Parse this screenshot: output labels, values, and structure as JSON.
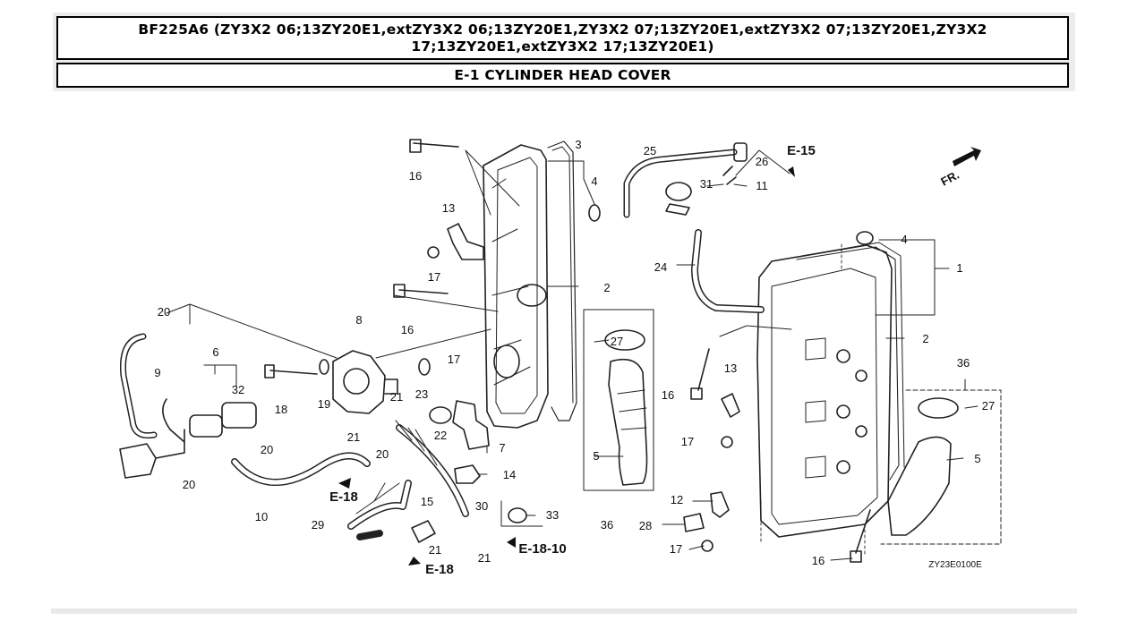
{
  "header": {
    "model_title": "BF225A6 (ZY3X2 06;13ZY20E1,extZY3X2 06;13ZY20E1,ZY3X2 07;13ZY20E1,extZY3X2 07;13ZY20E1,ZY3X2 17;13ZY20E1,extZY3X2 17;13ZY20E1)",
    "section_title": "E-1 CYLINDER HEAD COVER"
  },
  "diagram": {
    "drawing_code": "ZY23E0100E",
    "front_marker": "FR.",
    "references": [
      "E-15",
      "E-18",
      "E-18",
      "E-18-10"
    ],
    "callouts": [
      "1",
      "2",
      "2",
      "3",
      "4",
      "4",
      "5",
      "5",
      "6",
      "7",
      "8",
      "9",
      "10",
      "11",
      "12",
      "13",
      "13",
      "14",
      "15",
      "16",
      "16",
      "16",
      "16",
      "17",
      "17",
      "17",
      "17",
      "18",
      "19",
      "20",
      "20",
      "20",
      "20",
      "21",
      "21",
      "21",
      "21",
      "22",
      "23",
      "24",
      "25",
      "26",
      "27",
      "27",
      "28",
      "29",
      "30",
      "31",
      "32",
      "33",
      "36",
      "36"
    ]
  }
}
